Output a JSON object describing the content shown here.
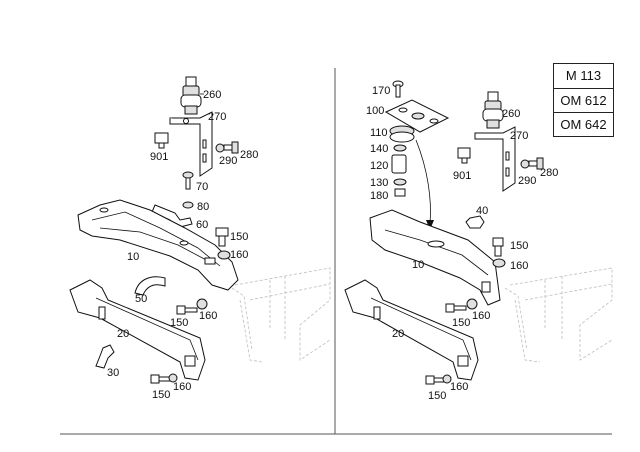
{
  "models": [
    "M 113",
    "OM 612",
    "OM 642"
  ],
  "left_view": {
    "labels": [
      "260",
      "270",
      "901",
      "290",
      "280",
      "70",
      "80",
      "60",
      "150",
      "160",
      "10",
      "50",
      "150",
      "160",
      "20",
      "30",
      "150",
      "160"
    ]
  },
  "right_view": {
    "labels": [
      "170",
      "100",
      "110",
      "140",
      "120",
      "130",
      "180",
      "260",
      "270",
      "901",
      "290",
      "280",
      "40",
      "150",
      "160",
      "10",
      "150",
      "160",
      "20",
      "150",
      "160"
    ]
  }
}
